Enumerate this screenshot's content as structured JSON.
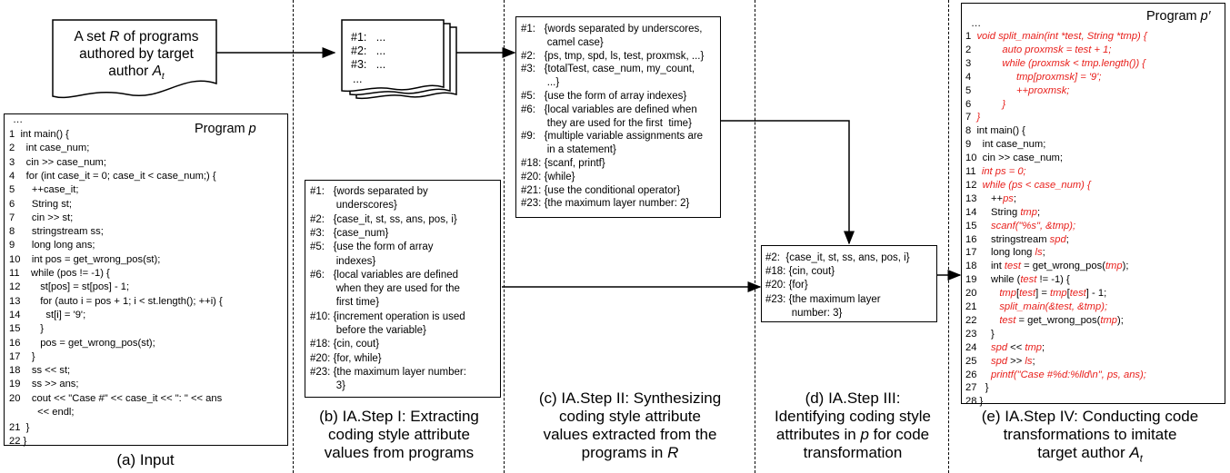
{
  "input_doc": {
    "line1": "A set",
    "line1_var": "R",
    "line1_end": " of programs",
    "line2": "authored by target",
    "line3": "author ",
    "line3_var": "A",
    "line3_sub": "t"
  },
  "program_p": {
    "title": "Program ",
    "title_var": "p",
    "ellipsis": "…",
    "lines": [
      "1  int main() {",
      "2    int case_num;",
      "3    cin >> case_num;",
      "4    for (int case_it = 0; case_it < case_num;) {",
      "5      ++case_it;",
      "6      String st;",
      "7      cin >> st;",
      "8      stringstream ss;",
      "9      long long ans;",
      "10    int pos = get_wrong_pos(st);",
      "11    while (pos != -1) {",
      "12       st[pos] = st[pos] - 1;",
      "13       for (auto i = pos + 1; i < st.length(); ++i) {",
      "14         st[i] = '9';",
      "15       }",
      "16       pos = get_wrong_pos(st);",
      "17    }",
      "18    ss << st;",
      "19    ss >> ans;",
      "20    cout << \"Case #\" << case_it << \": \" << ans",
      "          << endl;",
      "21  }",
      "22 }"
    ]
  },
  "stacked_docs": {
    "rows": [
      "#1:   ...",
      "#2:   ...",
      "#3:   ...",
      "..."
    ]
  },
  "step1_box": {
    "rows": [
      "#1:   {words separated by",
      "         underscores}",
      "#2:   {case_it, st, ss, ans, pos, i}",
      "#3:   {case_num}",
      "#5:   {use the form of array",
      "         indexes}",
      "#6:   {local variables are defined",
      "         when they are used for the",
      "         first time}",
      "#10: {increment operation is used",
      "         before the variable}",
      "#18: {cin, cout}",
      "#20: {for, while}",
      "#23: {the maximum layer number:",
      "         3}"
    ]
  },
  "step2_box": {
    "rows": [
      "#1:   {words separated by underscores,",
      "         camel case}",
      "#2:   {ps, tmp, spd, ls, test, proxmsk, ...}",
      "#3:   {totalTest, case_num, my_count,",
      "         ...}",
      "#5:   {use the form of array indexes}",
      "#6:   {local variables are defined when",
      "         they are used for the first  time}",
      "#9:   {multiple variable assignments are",
      "         in a statement}",
      "#18: {scanf, printf}",
      "#20: {while}",
      "#21: {use the conditional operator}",
      "#23: {the maximum layer number: 2}"
    ]
  },
  "step3_box": {
    "rows": [
      "#2:  {case_it, st, ss, ans, pos, i}",
      "#18: {cin, cout}",
      "#20: {for}",
      "#23: {the maximum layer",
      "         number: 3}"
    ]
  },
  "program_pp": {
    "title": "Program ",
    "title_var": "p′",
    "ellipsis": "…",
    "lines": [
      [
        {
          "t": "1  "
        },
        {
          "t": "void split_main(int *test, String *tmp) {",
          "r": 1
        }
      ],
      [
        {
          "t": "2  "
        },
        {
          "t": "         auto proxmsk = test + 1;",
          "r": 1
        }
      ],
      [
        {
          "t": "3  "
        },
        {
          "t": "         while (proxmsk < tmp.length()) {",
          "r": 1
        }
      ],
      [
        {
          "t": "4  "
        },
        {
          "t": "              tmp[proxmsk] = '9';",
          "r": 1
        }
      ],
      [
        {
          "t": "5  "
        },
        {
          "t": "              ++proxmsk;",
          "r": 1
        }
      ],
      [
        {
          "t": "6  "
        },
        {
          "t": "         }",
          "r": 1
        }
      ],
      [
        {
          "t": "7  "
        },
        {
          "t": "}",
          "r": 1
        }
      ],
      [
        {
          "t": "8  int main() {"
        }
      ],
      [
        {
          "t": "9    int case_num;"
        }
      ],
      [
        {
          "t": "10  cin >> case_num;"
        }
      ],
      [
        {
          "t": "11  "
        },
        {
          "t": "int ps = 0;",
          "r": 1
        }
      ],
      [
        {
          "t": "12  "
        },
        {
          "t": "while (ps < case_num) {",
          "r": 1
        }
      ],
      [
        {
          "t": "13     ++"
        },
        {
          "t": "ps",
          "r": 1
        },
        {
          "t": ";"
        }
      ],
      [
        {
          "t": "14     String "
        },
        {
          "t": "tmp",
          "r": 1
        },
        {
          "t": ";"
        }
      ],
      [
        {
          "t": "15     "
        },
        {
          "t": "scanf(\"%s\", &tmp);",
          "r": 1
        }
      ],
      [
        {
          "t": "16     stringstream "
        },
        {
          "t": "spd",
          "r": 1
        },
        {
          "t": ";"
        }
      ],
      [
        {
          "t": "17     long long "
        },
        {
          "t": "ls",
          "r": 1
        },
        {
          "t": ";"
        }
      ],
      [
        {
          "t": "18     int "
        },
        {
          "t": "test",
          "r": 1
        },
        {
          "t": " = get_wrong_pos("
        },
        {
          "t": "tmp",
          "r": 1
        },
        {
          "t": ");"
        }
      ],
      [
        {
          "t": "19     while ("
        },
        {
          "t": "test",
          "r": 1
        },
        {
          "t": " != -1) {"
        }
      ],
      [
        {
          "t": "20        "
        },
        {
          "t": "tmp",
          "r": 1
        },
        {
          "t": "["
        },
        {
          "t": "test",
          "r": 1
        },
        {
          "t": "] = "
        },
        {
          "t": "tmp",
          "r": 1
        },
        {
          "t": "["
        },
        {
          "t": "test",
          "r": 1
        },
        {
          "t": "] - 1;"
        }
      ],
      [
        {
          "t": "21        "
        },
        {
          "t": "split_main(&test, &tmp);",
          "r": 1
        }
      ],
      [
        {
          "t": "22        "
        },
        {
          "t": "test",
          "r": 1
        },
        {
          "t": " = get_wrong_pos("
        },
        {
          "t": "tmp",
          "r": 1
        },
        {
          "t": ");"
        }
      ],
      [
        {
          "t": "23     }"
        }
      ],
      [
        {
          "t": "24     "
        },
        {
          "t": "spd",
          "r": 1
        },
        {
          "t": " << "
        },
        {
          "t": "tmp",
          "r": 1
        },
        {
          "t": ";"
        }
      ],
      [
        {
          "t": "25     "
        },
        {
          "t": "spd",
          "r": 1
        },
        {
          "t": " >> "
        },
        {
          "t": "ls",
          "r": 1
        },
        {
          "t": ";"
        }
      ],
      [
        {
          "t": "26     "
        },
        {
          "t": "printf(\"Case #%d:%lld\\n\", ps, ans);",
          "r": 1
        }
      ],
      [
        {
          "t": "27   }"
        }
      ],
      [
        {
          "t": "28 }"
        }
      ]
    ]
  },
  "captions": {
    "a": [
      "(a) Input"
    ],
    "b": [
      "(b) IA.Step I: Extracting",
      "coding style attribute",
      "values from programs"
    ],
    "c": [
      "(c) IA.Step II: Synthesizing",
      "coding style attribute",
      "values extracted from the",
      "programs in "
    ],
    "c_var": "R",
    "d": [
      "(d) IA.Step III:",
      "Identifying coding style",
      "attributes in ",
      "transformation"
    ],
    "d_var": "p",
    "d_line3_end": " for code",
    "e": [
      "(e) IA.Step IV: Conducting code",
      "transformations to imitate",
      "target author "
    ],
    "e_var": "A",
    "e_sub": "t"
  },
  "colors": {
    "highlight": "#e8201c",
    "line": "#000000"
  }
}
